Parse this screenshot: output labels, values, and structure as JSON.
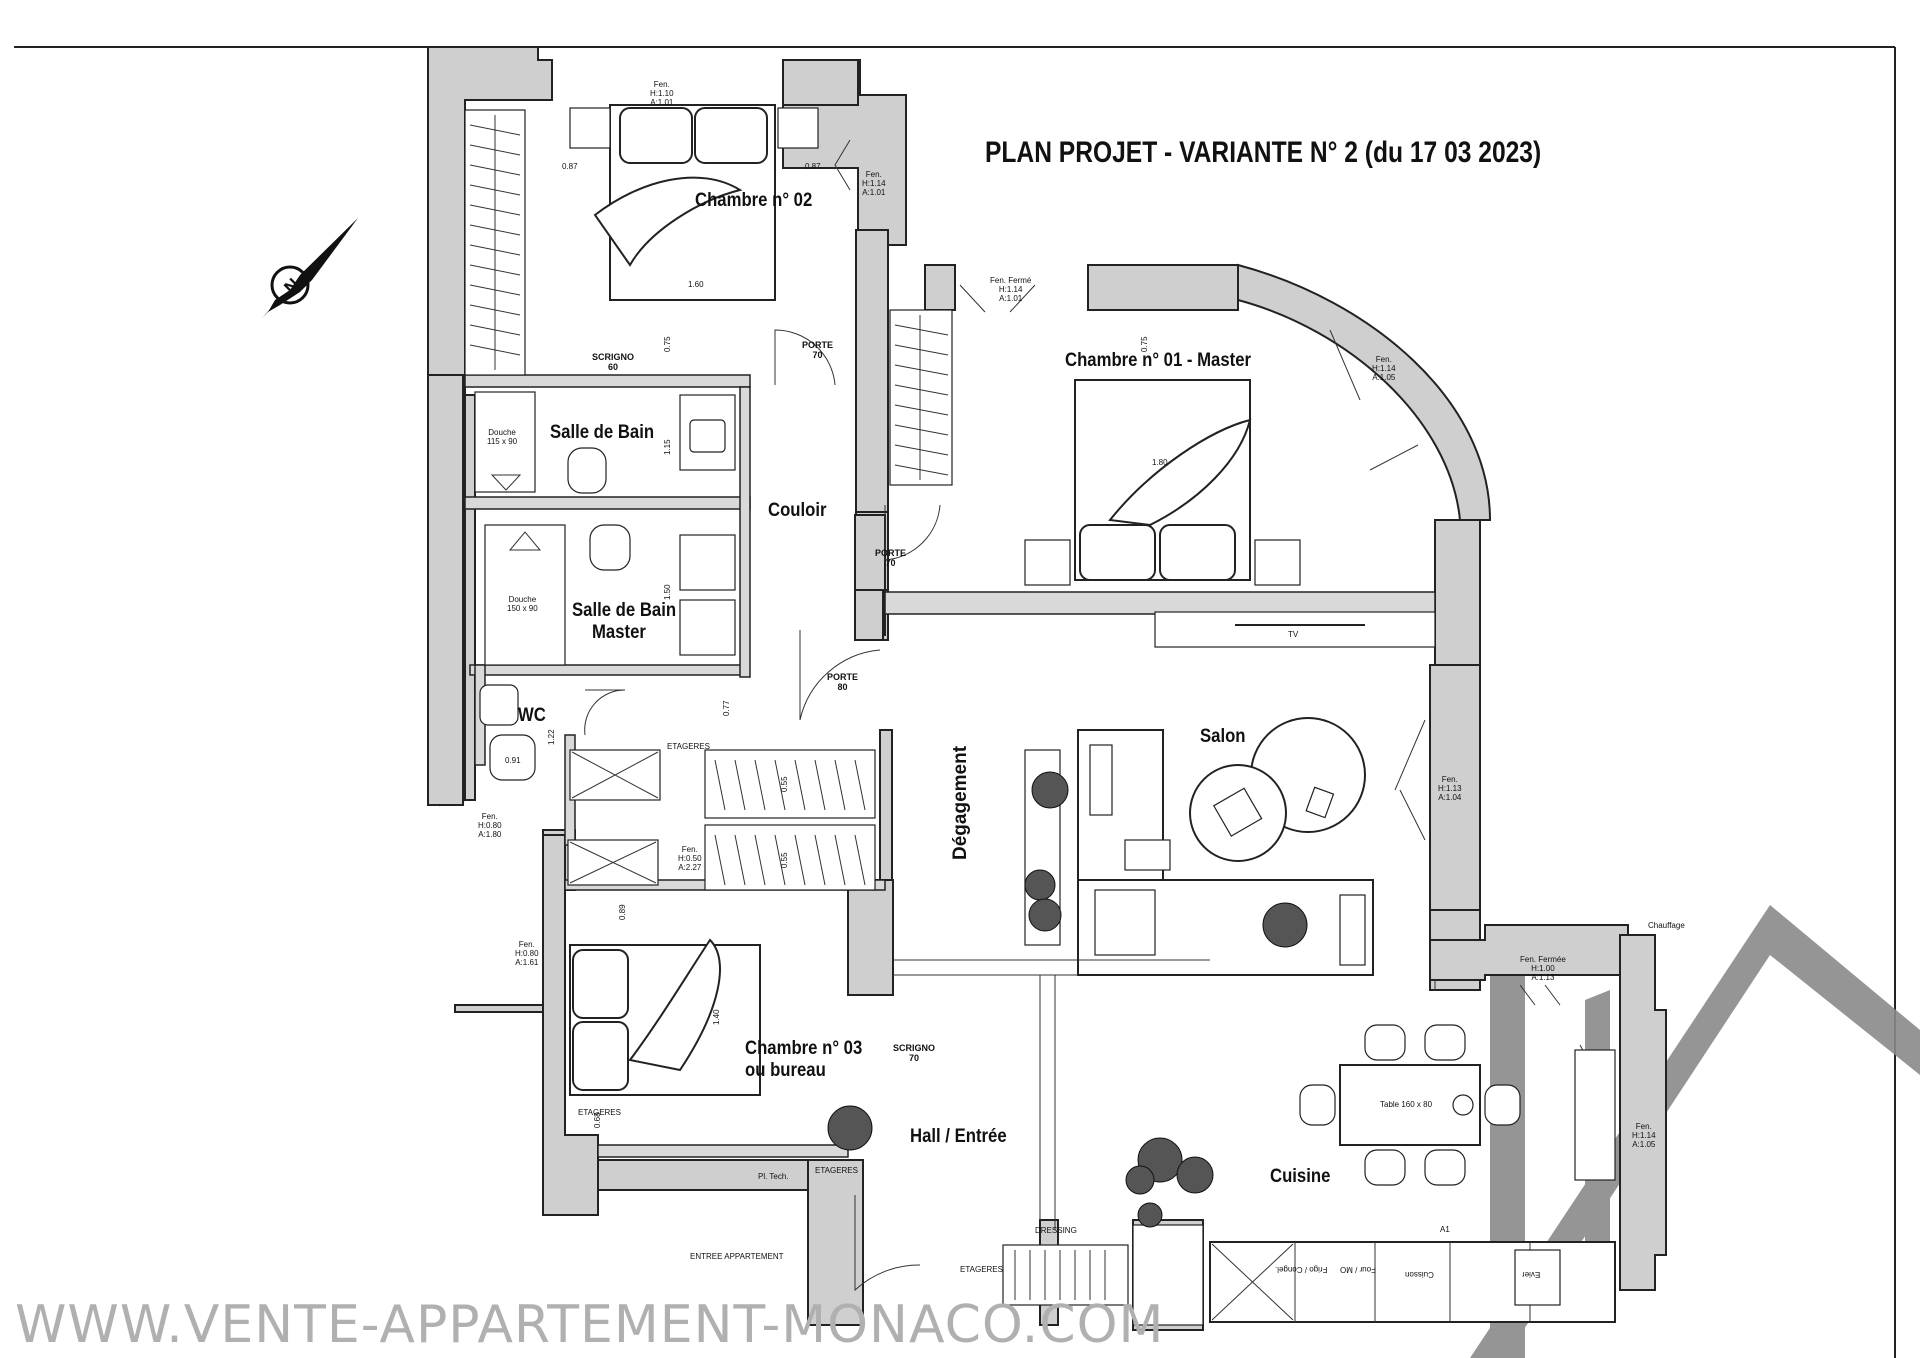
{
  "title": "PLAN PROJET - VARIANTE N° 2 (du 17 03 2023)",
  "watermark": "WWW.VENTE-APPARTEMENT-MONACO.COM",
  "rooms": {
    "chambre2": "Chambre n° 02",
    "chambre1": "Chambre n° 01 - Master",
    "sdb": "Salle de Bain",
    "sdb_master_1": "Salle de Bain",
    "sdb_master_2": "Master",
    "couloir": "Couloir",
    "wc": "WC",
    "salon": "Salon",
    "degagement": "Dégagement",
    "chambre3_1": "Chambre n° 03",
    "chambre3_2": "ou bureau",
    "hall": "Hall / Entrée",
    "cuisine": "Cuisine"
  },
  "labels": {
    "fen_top_1": "Fen.",
    "fen_top_2": "H:1.10",
    "fen_top_3": "A:1.01",
    "fen_c2_1": "Fen.",
    "fen_c2_2": "H:1.14",
    "fen_c2_3": "A:1.01",
    "fen_ferme_1": "Fen. Fermé",
    "fen_ferme_2": "H:1.14",
    "fen_ferme_3": "A:1.01",
    "fen_arc_1": "Fen.",
    "fen_arc_2": "H:1.14",
    "fen_arc_3": "A:1.05",
    "fen_salon_1": "Fen.",
    "fen_salon_2": "H:1.13",
    "fen_salon_3": "A:1.04",
    "fen_wc_1": "Fen.",
    "fen_wc_2": "H:0.80",
    "fen_wc_3": "A:1.80",
    "fen_drs_1": "Fen.",
    "fen_drs_2": "H:0.50",
    "fen_drs_3": "A:2.27",
    "fen_c3_1": "Fen.",
    "fen_c3_2": "H:0.80",
    "fen_c3_3": "A:1.61",
    "fen_cuis_ferme_1": "Fen. Fermée",
    "fen_cuis_ferme_2": "H:1.00",
    "fen_cuis_ferme_3": "A:1.13",
    "fen_cuis_1": "Fen.",
    "fen_cuis_2": "H:1.14",
    "fen_cuis_3": "A:1.05",
    "dim_087_left": "0.87",
    "dim_087_right": "0.87",
    "dim_160": "1.60",
    "dim_075_a": "0.75",
    "dim_075_b": "0.75",
    "dim_115": "1.15",
    "dim_180": "1.80",
    "dim_150": "1.50",
    "dim_077": "0.77",
    "dim_122": "1.22",
    "dim_055_a": "0.55",
    "dim_055_b": "0.55",
    "dim_089": "0.89",
    "dim_140": "1.40",
    "dim_068": "0.68",
    "dim_091": "0.91",
    "scrigno60_1": "SCRIGNO",
    "scrigno60_2": "60",
    "scrigno70_1": "SCRIGNO",
    "scrigno70_2": "70",
    "porte70_a_1": "PORTE",
    "porte70_a_2": "70",
    "porte70_b_1": "PORTE",
    "porte70_b_2": "70",
    "porte80_1": "PORTE",
    "porte80_2": "80",
    "douche1_1": "Douche",
    "douche1_2": "115 x 90",
    "douche2_1": "Douche",
    "douche2_2": "150 x 90",
    "etageres_a": "ETAGERES",
    "etageres_b": "ETAGERES",
    "etageres_c": "ETAGERES",
    "etageres_d": "ETAGERES",
    "tv": "TV",
    "table": "Table 160 x 80",
    "chauffage": "Chauffage",
    "pl_tech": "Pl. Tech.",
    "entree_appartement": "ENTREE APPARTEMENT",
    "dressing": "DRESSING",
    "a1": "A1",
    "frigo": "Frigo / Congel.",
    "four": "Four / MO",
    "cuisson": "Cuisson",
    "evier": "Evier",
    "compass": "N"
  },
  "colors": {
    "wall": "#cfcfcf",
    "line": "#222222",
    "watermark": "#b0b0b0",
    "logo": "#8a8a8a"
  }
}
